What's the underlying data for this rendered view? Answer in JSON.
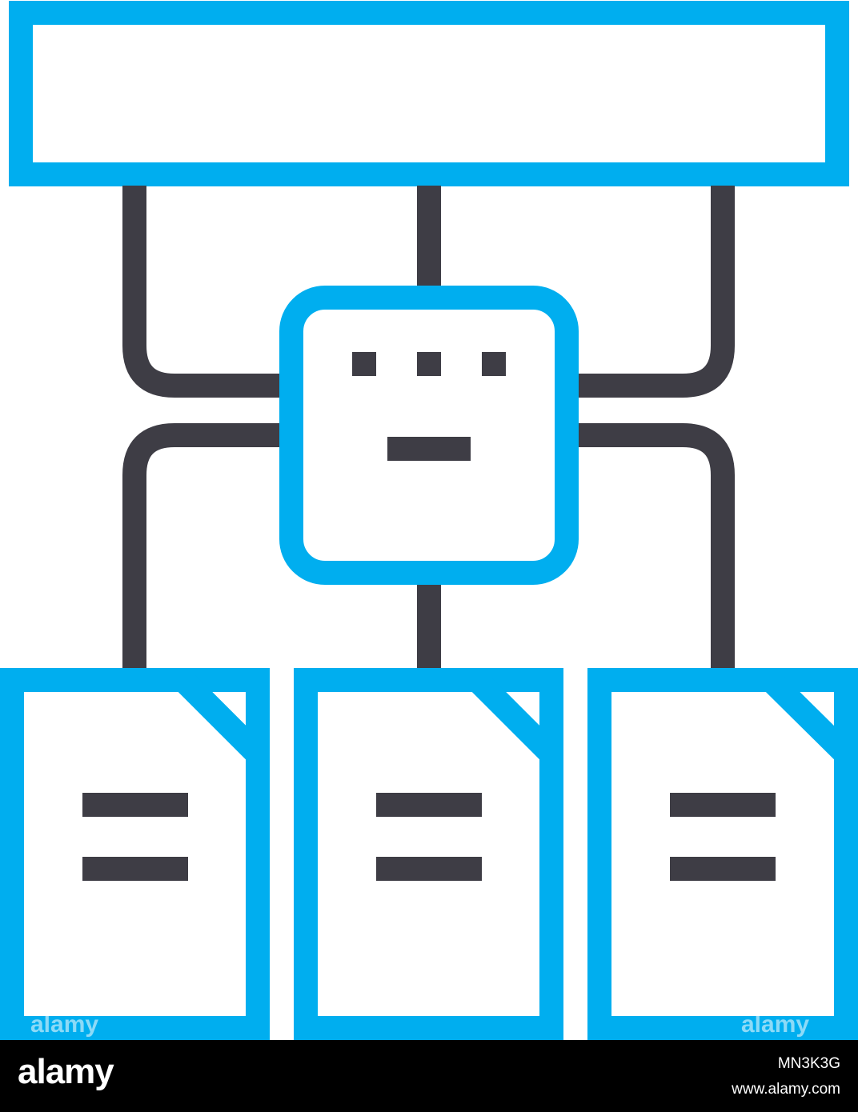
{
  "colors": {
    "accent": "#00aeef",
    "stroke_dark": "#3e3d45",
    "background": "#ffffff",
    "footer": "#000000"
  },
  "icons": [
    "hierarchy-diagram-icon",
    "central-processor-node",
    "document-icon"
  ],
  "footer": {
    "logo": "alamy",
    "image_id": "MN3K3G",
    "url": "www.alamy.com"
  },
  "watermark": {
    "text": "alamy"
  }
}
